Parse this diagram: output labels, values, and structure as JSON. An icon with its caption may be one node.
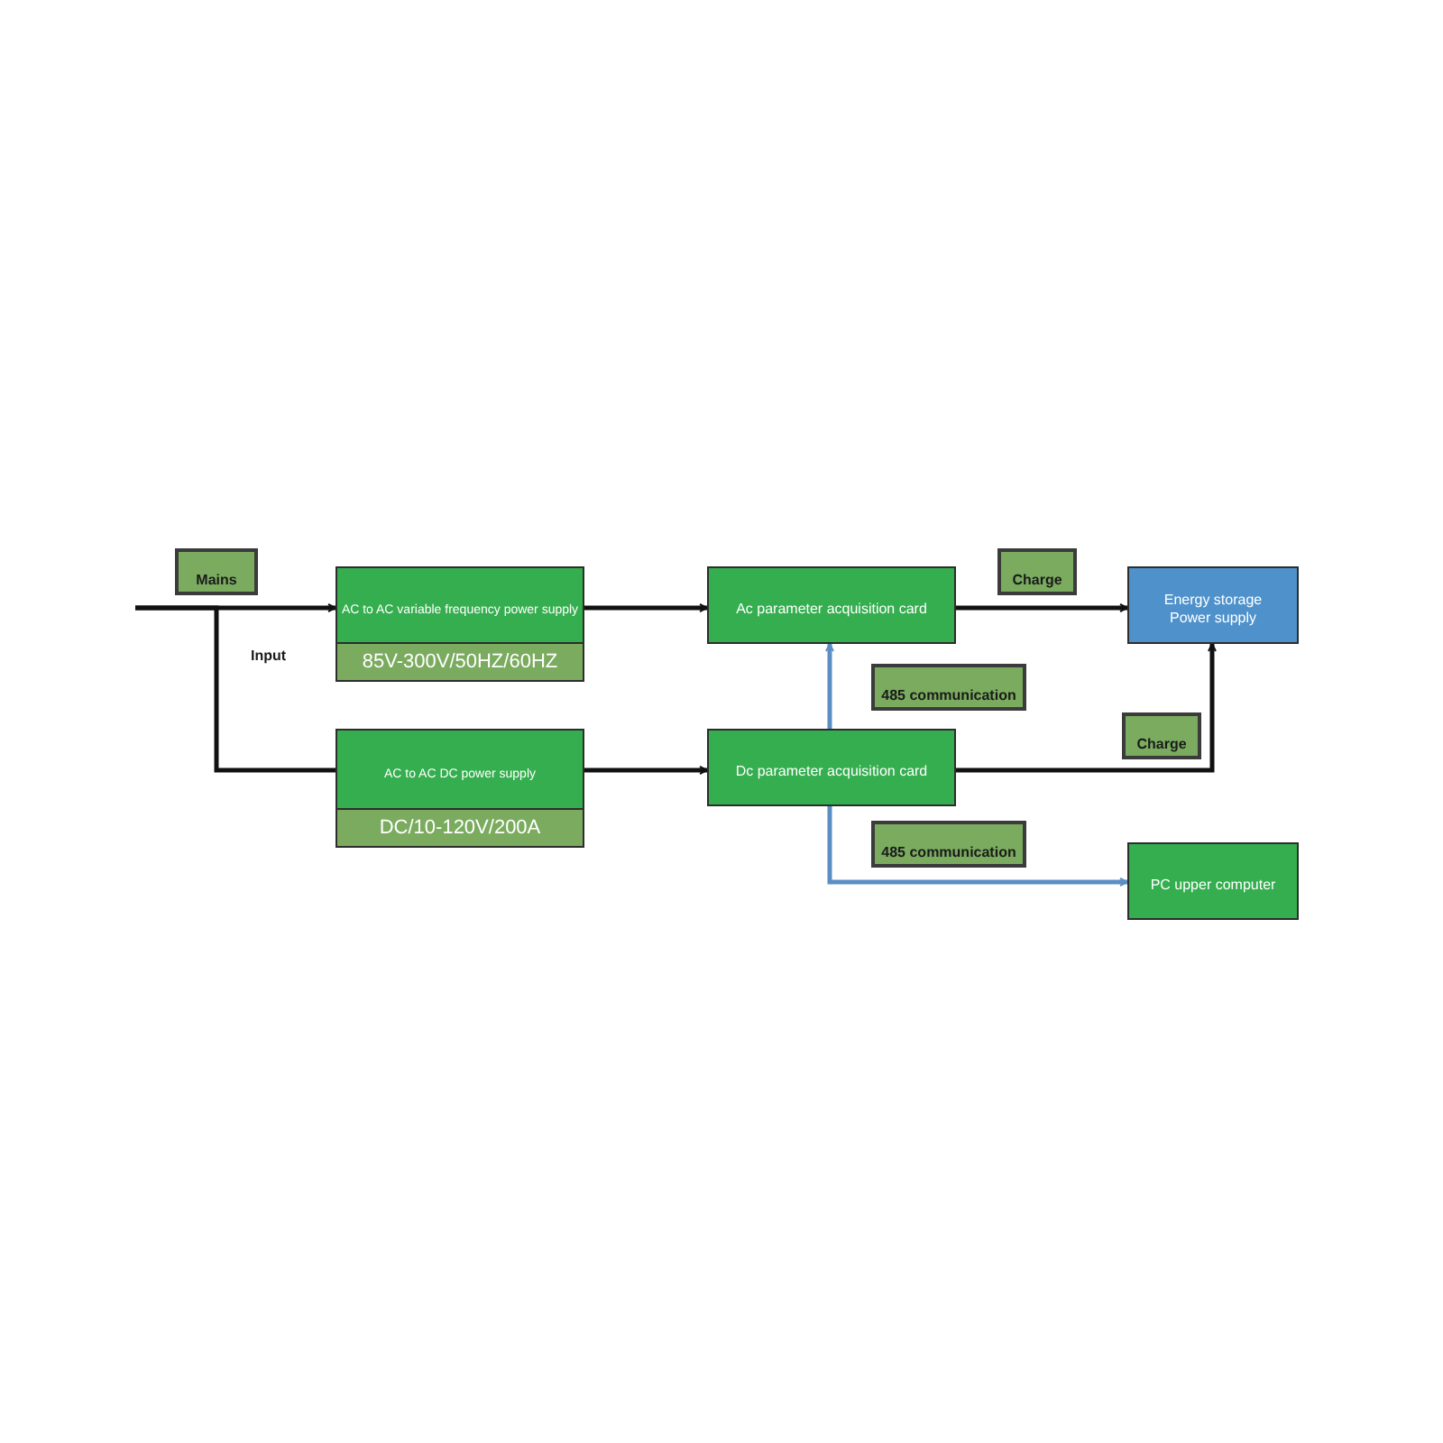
{
  "diagram": {
    "nodes": [
      {
        "text": [
          "Mains"
        ]
      },
      {
        "text": [
          "AC to AC variable frequency power supply",
          "85V-300V/50HZ/60HZ"
        ]
      },
      {
        "text": [
          "AC to AC DC power supply",
          "DC/10-120V/200A"
        ]
      },
      {
        "text": [
          "Ac parameter acquisition card"
        ]
      },
      {
        "text": [
          "Dc parameter acquisition card"
        ]
      },
      {
        "text": [
          "Energy storage Power supply"
        ]
      },
      {
        "text": [
          "PC upper computer"
        ]
      },
      {
        "text": [
          "Charge"
        ]
      },
      {
        "text": [
          "485 communication"
        ]
      },
      {
        "text": [
          "Charge"
        ]
      },
      {
        "text": [
          "485 communication"
        ]
      }
    ],
    "edges": [
      {
        "from": null,
        "to": 1,
        "arrow": "to"
      },
      {
        "from": null,
        "to": 2,
        "arrow": "none"
      },
      {
        "from": 1,
        "to": 3,
        "arrow": "to"
      },
      {
        "from": 2,
        "to": 4,
        "arrow": "to"
      },
      {
        "from": 3,
        "to": 5,
        "arrow": "to"
      },
      {
        "from": 4,
        "to": 5,
        "arrow": "to"
      },
      {
        "from": 4,
        "to": 3,
        "arrow": "to",
        "color": "#5b8fc4"
      },
      {
        "from": 4,
        "to": 6,
        "arrow": "to",
        "color": "#5b8fc4"
      }
    ],
    "labels": [
      "Input"
    ]
  }
}
